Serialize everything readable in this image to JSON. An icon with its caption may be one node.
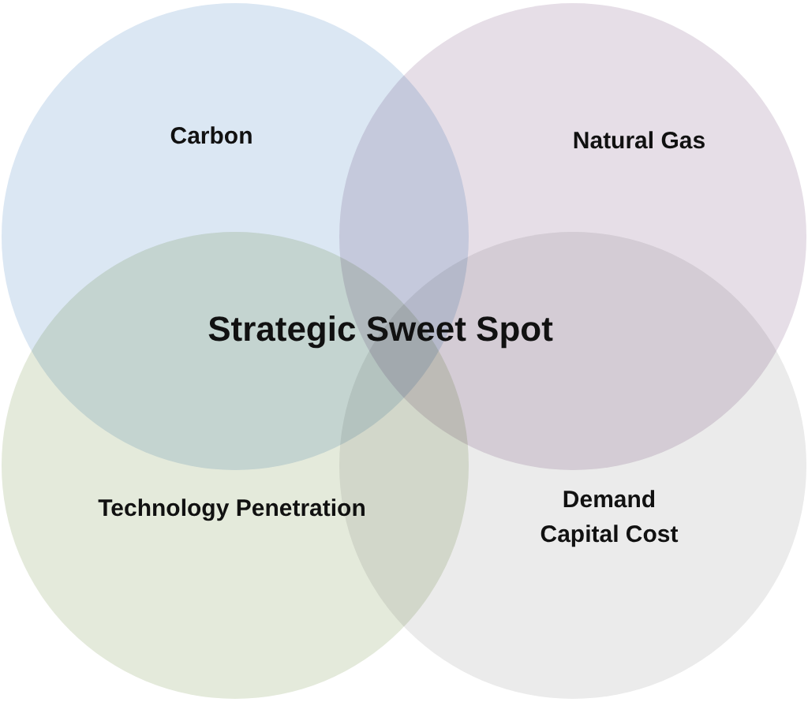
{
  "diagram": {
    "nodes": [
      {
        "text": [
          "Carbon"
        ]
      },
      {
        "text": [
          "Natural Gas"
        ]
      },
      {
        "text": [
          "Technology Penetration"
        ]
      },
      {
        "text": [
          "Demand Capital Cost"
        ]
      }
    ],
    "labels": [
      "Strategic Sweet Spot"
    ]
  }
}
